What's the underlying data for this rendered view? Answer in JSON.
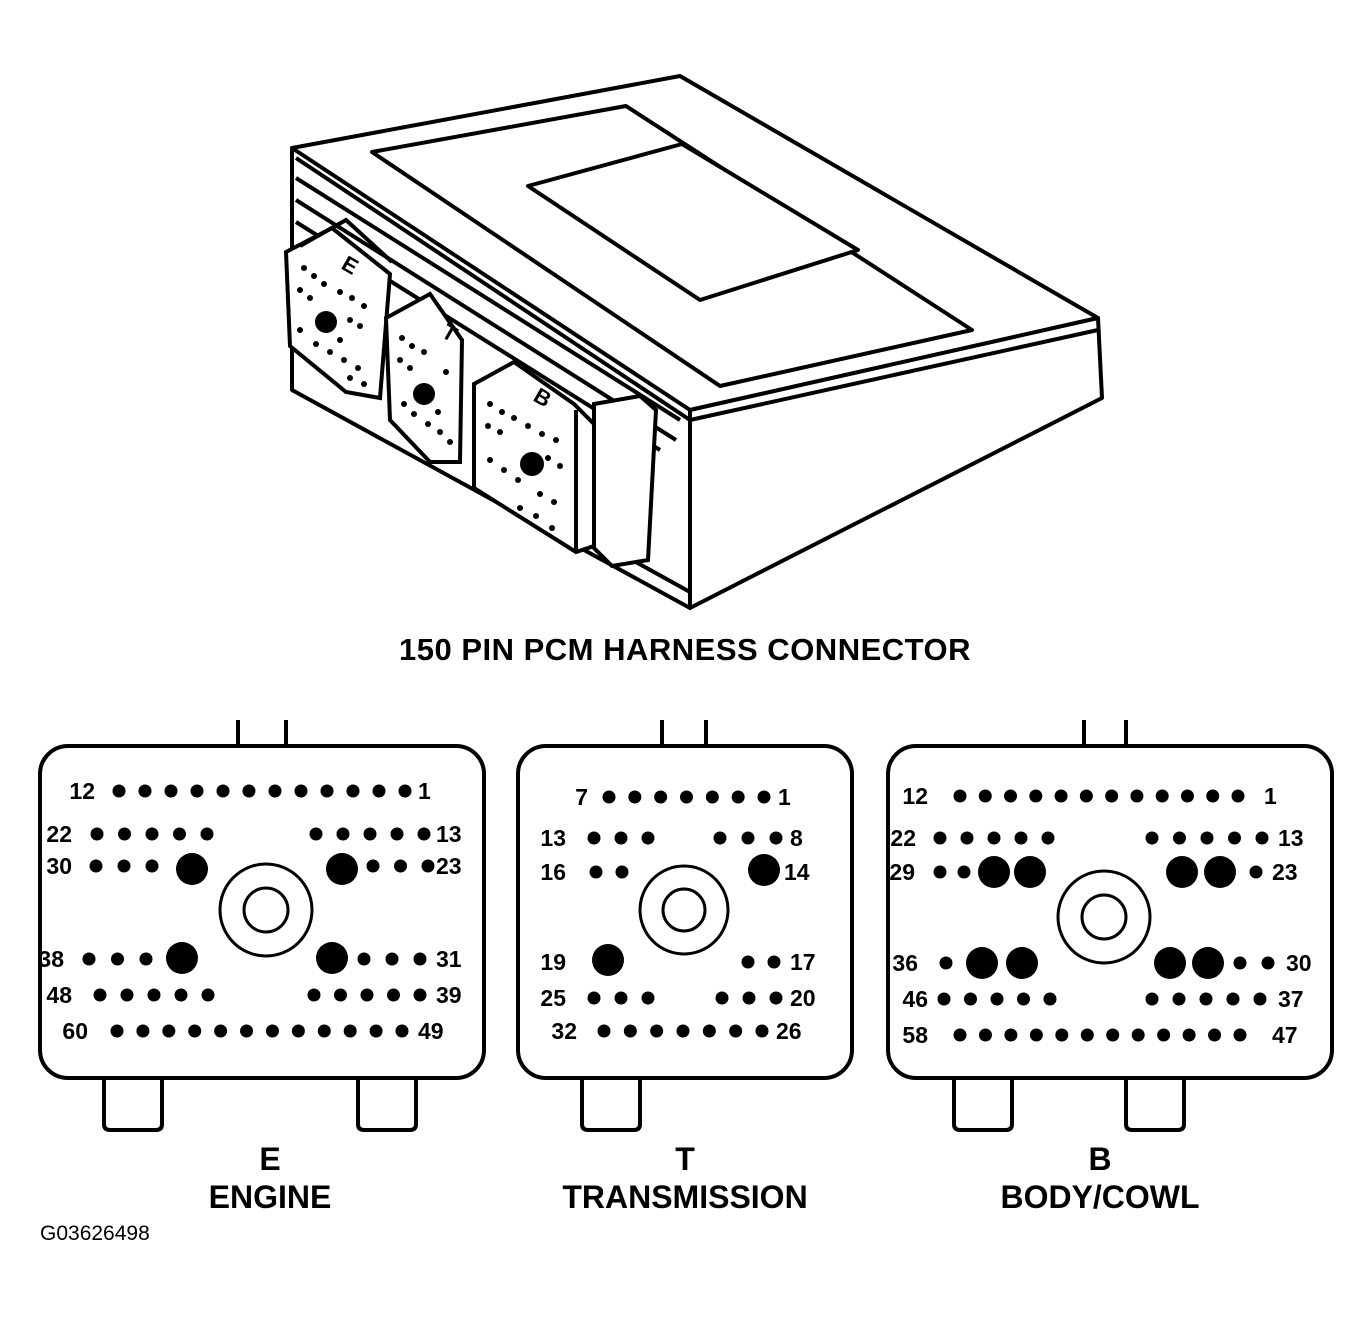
{
  "title": "150 PIN PCM HARNESS CONNECTOR",
  "figure_code": "G03626498",
  "module": {
    "label_e": "E",
    "label_t": "T",
    "label_b": "B"
  },
  "connectors": [
    {
      "id": "E",
      "letter": "E",
      "name": "ENGINE",
      "rows": [
        {
          "left": "12",
          "right": "1"
        },
        {
          "left": "22",
          "right": "13"
        },
        {
          "left": "30",
          "right": "23"
        },
        {
          "left": "38",
          "right": "31"
        },
        {
          "left": "48",
          "right": "39"
        },
        {
          "left": "60",
          "right": "49"
        }
      ]
    },
    {
      "id": "T",
      "letter": "T",
      "name": "TRANSMISSION",
      "rows": [
        {
          "left": "7",
          "right": "1"
        },
        {
          "left": "13",
          "right": "8"
        },
        {
          "left": "16",
          "right": "14"
        },
        {
          "left": "19",
          "right": "17"
        },
        {
          "left": "25",
          "right": "20"
        },
        {
          "left": "32",
          "right": "26"
        }
      ]
    },
    {
      "id": "B",
      "letter": "B",
      "name": "BODY/COWL",
      "rows": [
        {
          "left": "12",
          "right": "1"
        },
        {
          "left": "22",
          "right": "13"
        },
        {
          "left": "29",
          "right": "23"
        },
        {
          "left": "36",
          "right": "30"
        },
        {
          "left": "46",
          "right": "37"
        },
        {
          "left": "58",
          "right": "47"
        }
      ]
    }
  ]
}
